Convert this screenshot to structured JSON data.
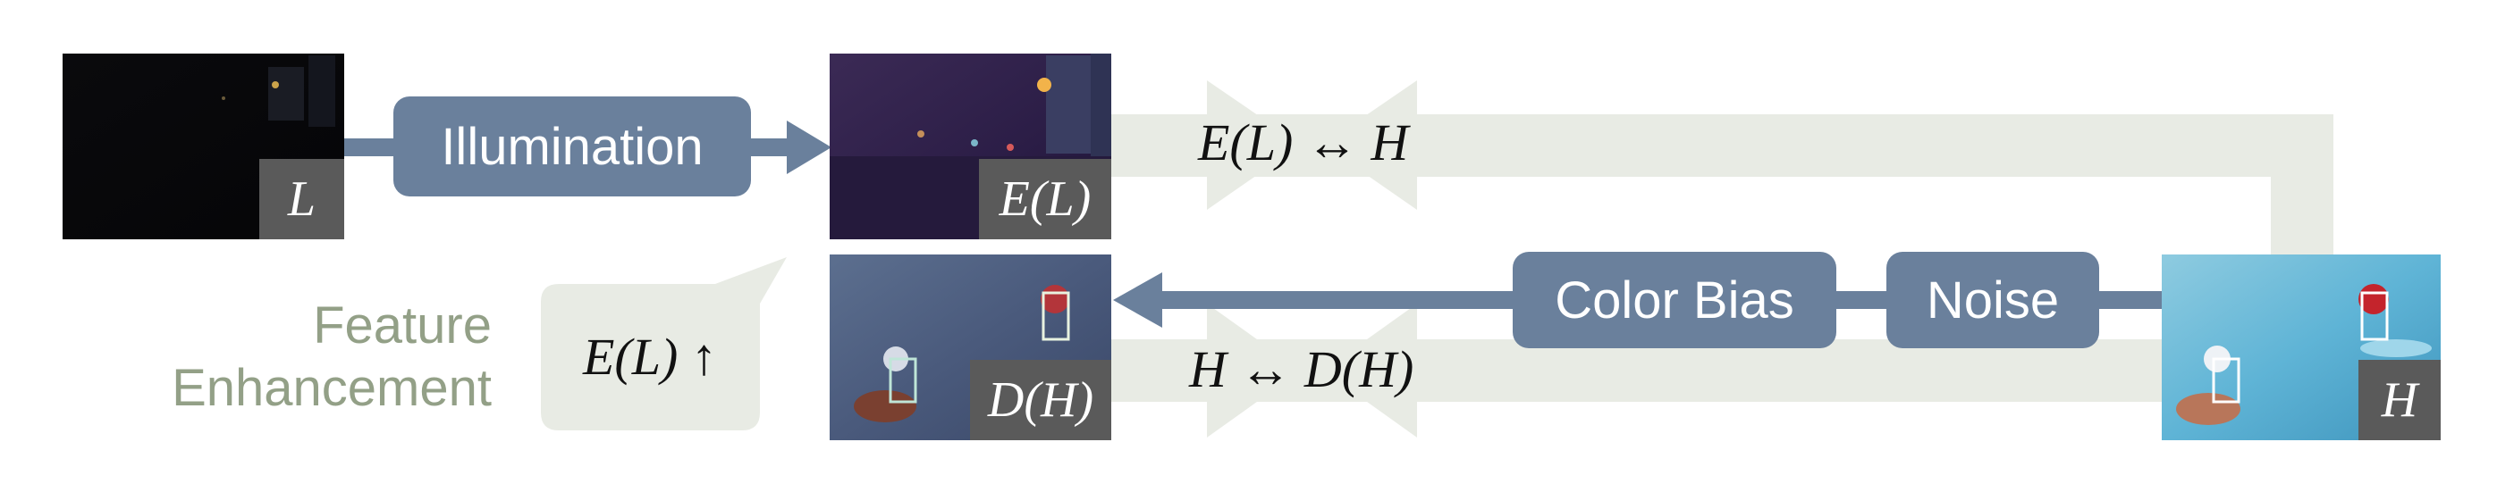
{
  "labels": {
    "low_light": "L",
    "enhanced": "E(L)",
    "degraded": "D(H)",
    "high_quality": "H"
  },
  "modules": {
    "illumination": "Illumination",
    "color_bias": "Color Bias",
    "noise": "Noise"
  },
  "relations": {
    "top": "E(L) ↔ H",
    "bottom": "H ↔ D(H)",
    "enhance": "E(L) ↑"
  },
  "feature_enhancement": {
    "line1": "Feature",
    "line2": "Enhancement"
  },
  "colors": {
    "module_fill": "#6a809c",
    "flow_light": "#e8ebe4",
    "tag_fill": "#5a5a5a",
    "caption_text": "#93a087"
  }
}
